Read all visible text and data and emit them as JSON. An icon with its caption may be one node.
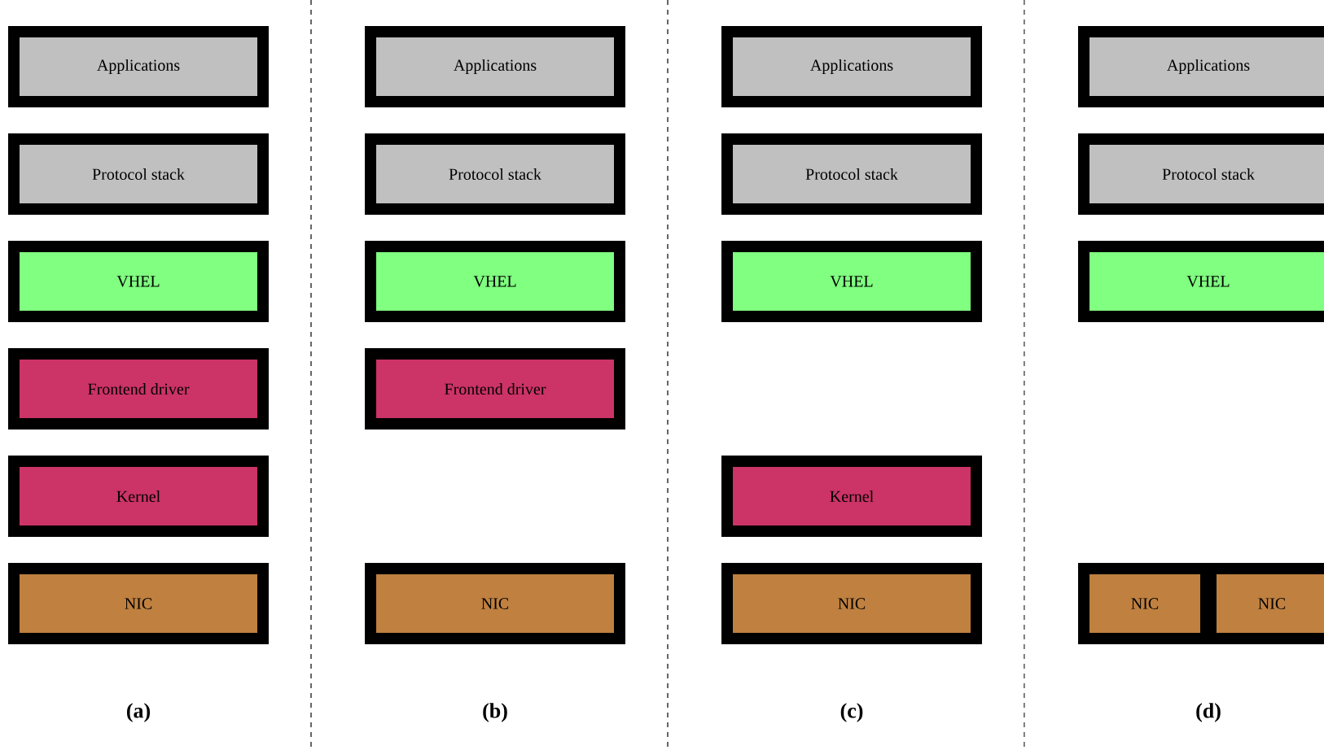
{
  "diagram": {
    "nodes": [
      {
        "text": [
          "Applications"
        ]
      },
      {
        "text": [
          "Protocol stack"
        ]
      },
      {
        "text": [
          "VHEL"
        ]
      },
      {
        "text": [
          "Frontend driver"
        ]
      },
      {
        "text": [
          "Kernel"
        ]
      },
      {
        "text": [
          "NIC"
        ]
      },
      {
        "text": [
          "Applications"
        ]
      },
      {
        "text": [
          "Protocol stack"
        ]
      },
      {
        "text": [
          "VHEL"
        ]
      },
      {
        "text": [
          "Frontend driver"
        ]
      },
      {
        "text": [
          "NIC"
        ]
      },
      {
        "text": [
          "Applications"
        ]
      },
      {
        "text": [
          "Protocol stack"
        ]
      },
      {
        "text": [
          "VHEL"
        ]
      },
      {
        "text": [
          "Kernel"
        ]
      },
      {
        "text": [
          "NIC"
        ]
      },
      {
        "text": [
          "Applications"
        ]
      },
      {
        "text": [
          "Protocol stack"
        ]
      },
      {
        "text": [
          "VHEL"
        ]
      },
      {
        "text": [
          "NIC"
        ]
      },
      {
        "text": [
          "NIC"
        ]
      }
    ],
    "labels": [
      "(a)",
      "(b)",
      "(c)",
      "(d)"
    ]
  }
}
